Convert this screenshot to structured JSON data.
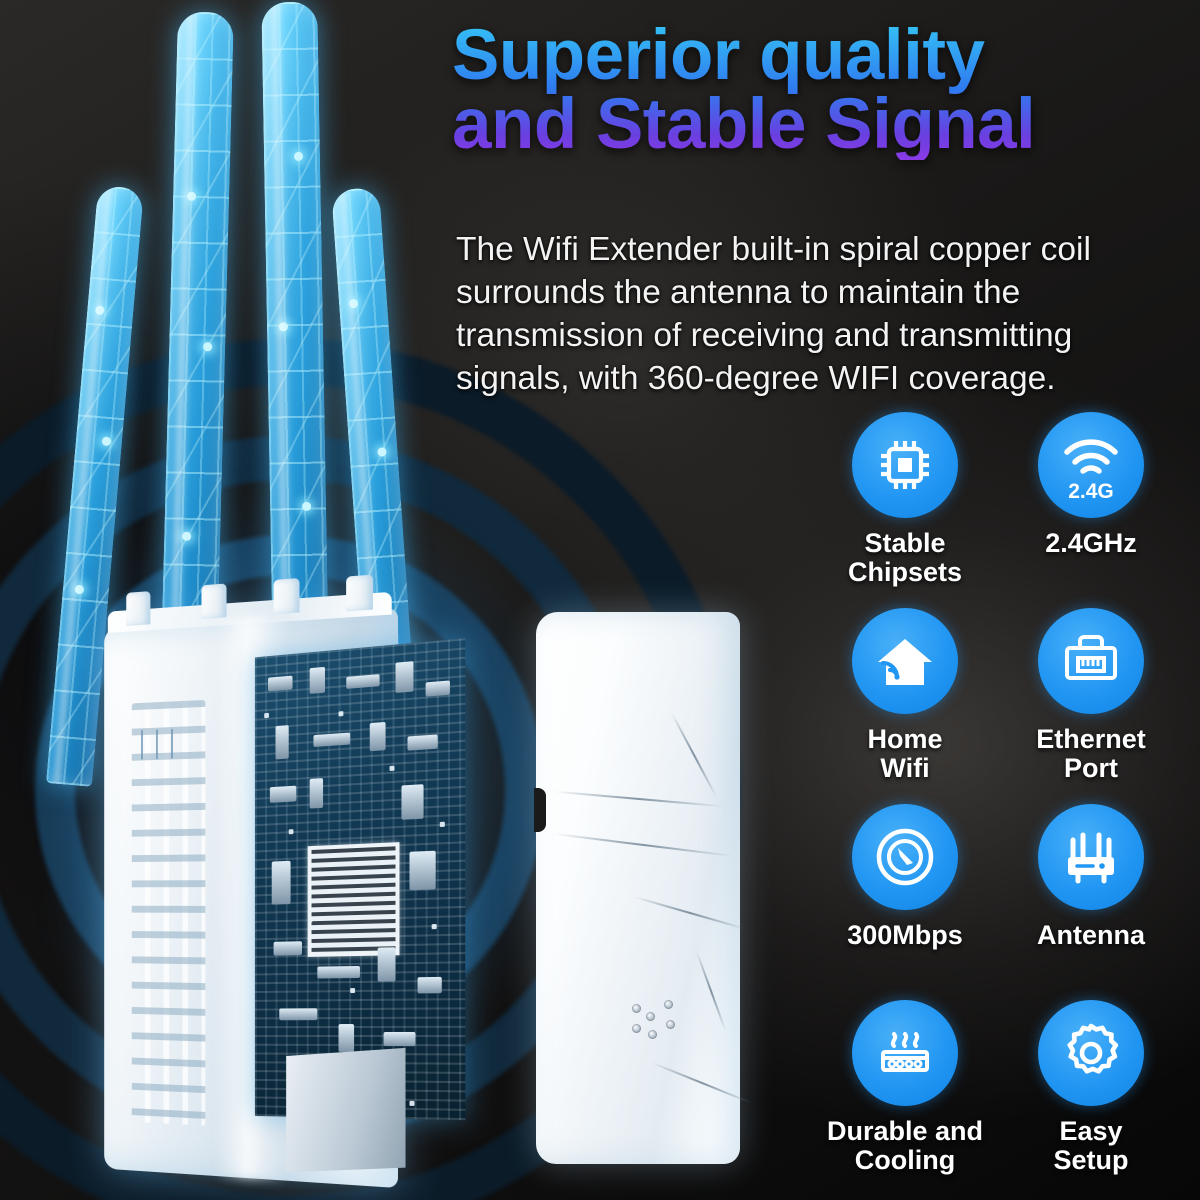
{
  "headline": {
    "line1": "Superior quality",
    "line2": "and Stable Signal",
    "gradient_from": "#35c2f5",
    "gradient_to": "#8a3ae6"
  },
  "body": {
    "text": "The Wifi Extender built-in spiral copper coil surrounds the antenna to maintain the transmission of receiving and transmitting signals, with 360-degree WIFI coverage."
  },
  "theme": {
    "background": "#1a1918",
    "accent_blue": "#2196f3",
    "text_white": "#ffffff",
    "antenna_cyan": "#63d6ff",
    "pcb_teal": "#123a55"
  },
  "product": {
    "name": "wifi-range-extender",
    "antenna_count": 4,
    "units_shown": 2
  },
  "features": [
    {
      "icon": "chipset-icon",
      "label": "Stable\nChipsets",
      "badge": ""
    },
    {
      "icon": "wifi-signal-icon",
      "label": "2.4GHz",
      "badge": "2.4G"
    },
    {
      "icon": "home-wifi-icon",
      "label": "Home\nWifi",
      "badge": ""
    },
    {
      "icon": "ethernet-port-icon",
      "label": "Ethernet\nPort",
      "badge": ""
    },
    {
      "icon": "speedometer-icon",
      "label": "300Mbps",
      "badge": ""
    },
    {
      "icon": "antenna-icon",
      "label": "Antenna",
      "badge": ""
    },
    {
      "icon": "heat-vent-icon",
      "label": "Durable and\nCooling",
      "badge": ""
    },
    {
      "icon": "gear-icon",
      "label": "Easy\nSetup",
      "badge": ""
    }
  ]
}
